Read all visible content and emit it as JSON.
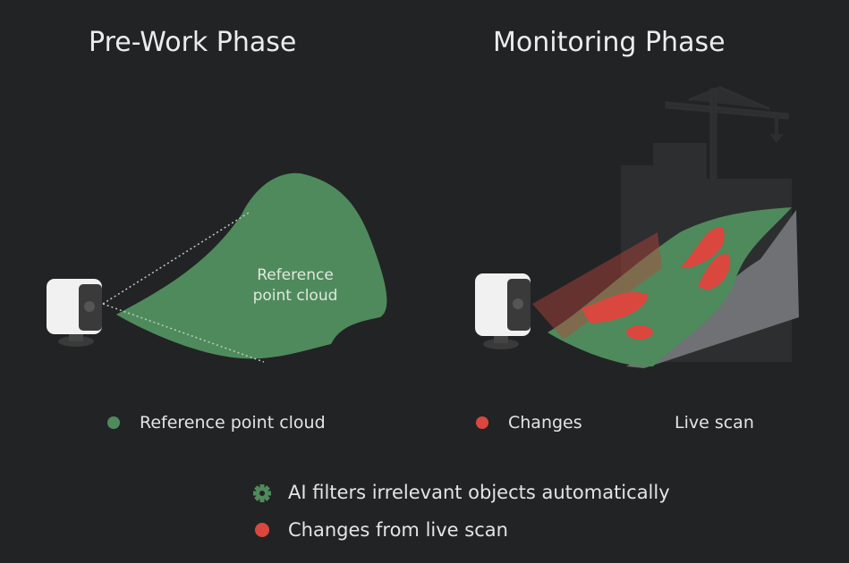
{
  "left_panel": {
    "title": "Pre-Work Phase",
    "cloud_label_line1": "Reference",
    "cloud_label_line2": "point cloud",
    "legend_label": "Reference point cloud"
  },
  "right_panel": {
    "title": "Monitoring Phase",
    "legend_changes": "Changes",
    "legend_live_scan": "Live scan"
  },
  "footer": {
    "items": [
      {
        "icon": "gear-icon",
        "label": "AI filters irrelevant objects automatically"
      },
      {
        "icon": "red-dot-icon",
        "label": "Changes from live scan"
      }
    ]
  },
  "colors": {
    "green": "#4f8a5c",
    "red": "#d9473f",
    "background": "#222324"
  }
}
